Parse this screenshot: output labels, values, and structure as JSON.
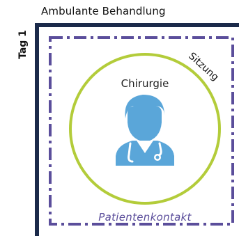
{
  "header": {
    "title": "Ambulante Behandlung",
    "day_label": "Tag 1"
  },
  "session": {
    "label": "Sitzung",
    "border_color": "#5b4e9b"
  },
  "department": {
    "label": "Chirurgie",
    "circle_color": "#b3cc3a",
    "icon": "doctor-icon",
    "icon_color": "#5aa6d9"
  },
  "contact": {
    "label": "Patientenkontakt"
  },
  "frame": {
    "color": "#1b2a4a"
  }
}
